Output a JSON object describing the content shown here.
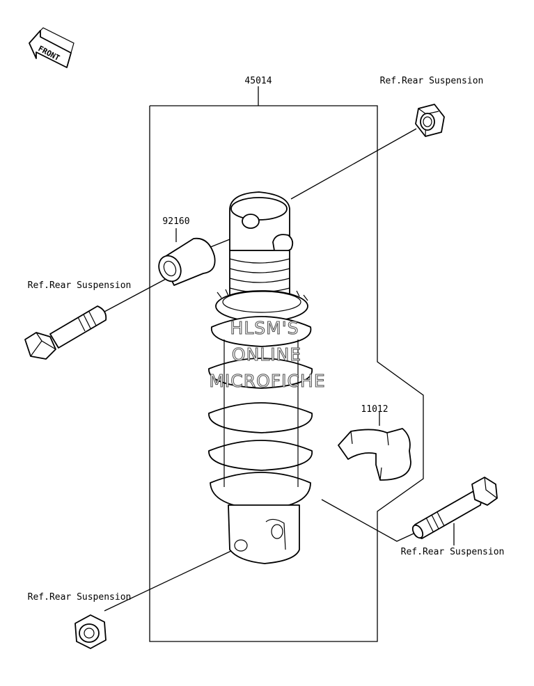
{
  "orientation": {
    "front_label": "FRONT"
  },
  "labels": {
    "shock_absorber": "45014",
    "collar": "92160",
    "clip": "11012",
    "ref_top_right": "Ref.Rear Suspension",
    "ref_left_bolt": "Ref.Rear Suspension",
    "ref_right_bolt": "Ref.Rear Suspension",
    "ref_bottom_nut": "Ref.Rear Suspension"
  },
  "watermark": {
    "line1": "HLSM'S",
    "line2": "ONLINE",
    "line3": "MICROFICHE"
  }
}
